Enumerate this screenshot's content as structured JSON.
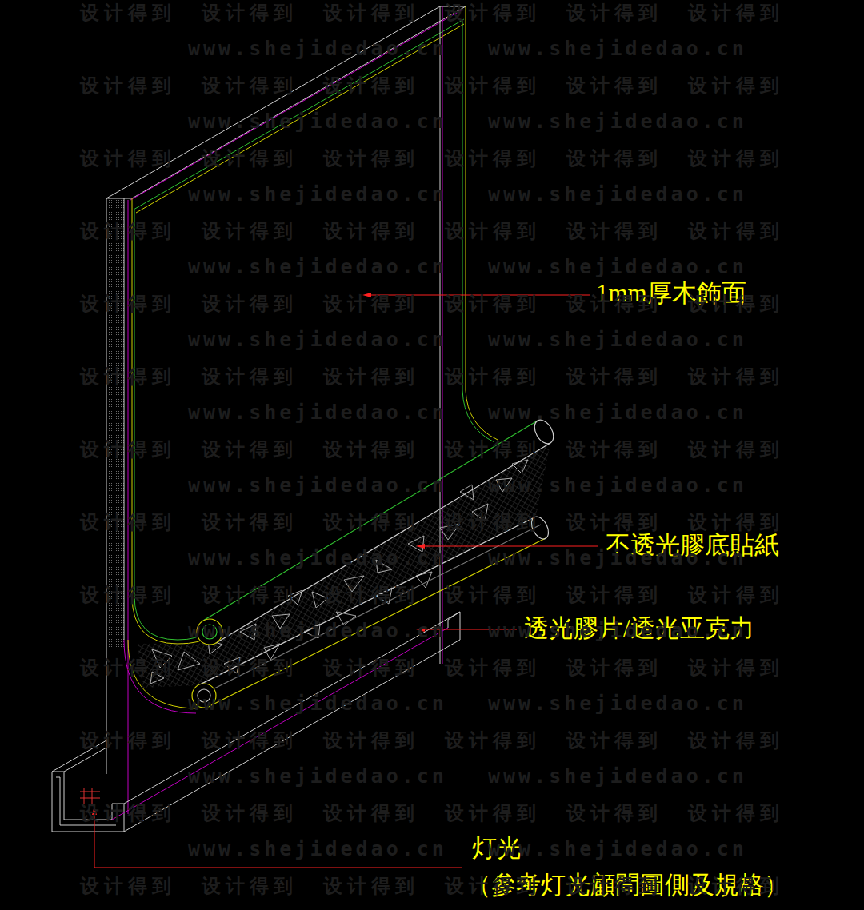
{
  "diagram": {
    "labels": [
      "1mm厚木飾面",
      "不透光膠底貼紙",
      "透光膠片/透光亚克力",
      "灯光",
      "（參考灯光顧問圖側及規格）",
      "设计得到",
      "设计得到",
      "设计得到",
      "设计得到",
      "设计得到",
      "设计得到",
      "www.shejidedao.cn",
      "www.shejidedao.cn",
      "设计得到",
      "设计得到",
      "设计得到",
      "设计得到",
      "设计得到",
      "设计得到",
      "www.shejidedao.cn",
      "www.shejidedao.cn",
      "设计得到",
      "设计得到",
      "设计得到",
      "设计得到",
      "设计得到",
      "设计得到",
      "www.shejidedao.cn",
      "www.shejidedao.cn",
      "设计得到",
      "设计得到",
      "设计得到",
      "设计得到",
      "设计得到",
      "设计得到",
      "www.shejidedao.cn",
      "www.shejidedao.cn",
      "设计得到",
      "设计得到",
      "设计得到",
      "设计得到",
      "设计得到",
      "设计得到",
      "www.shejidedao.cn",
      "www.shejidedao.cn",
      "设计得到",
      "设计得到",
      "设计得到",
      "设计得到",
      "设计得到",
      "设计得到",
      "www.shejidedao.cn",
      "www.shejidedao.cn",
      "设计得到",
      "设计得到",
      "设计得到",
      "设计得到",
      "设计得到",
      "设计得到",
      "www.shejidedao.cn",
      "www.shejidedao.cn",
      "设计得到",
      "设计得到",
      "设计得到",
      "设计得到",
      "设计得到",
      "设计得到",
      "www.shejidedao.cn",
      "www.shejidedao.cn",
      "设计得到",
      "设计得到",
      "设计得到",
      "设计得到",
      "设计得到",
      "设计得到",
      "www.shejidedao.cn",
      "www.shejidedao.cn",
      "设计得到",
      "设计得到",
      "设计得到",
      "设计得到",
      "设计得到",
      "设计得到",
      "www.shejidedao.cn",
      "www.shejidedao.cn",
      "设计得到",
      "设计得到",
      "设计得到",
      "设计得到",
      "设计得到",
      "设计得到",
      "www.shejidedao.cn",
      "www.shejidedao.cn",
      "设计得到",
      "设计得到",
      "设计得到",
      "设计得到",
      "设计得到",
      "设计得到",
      "www.shejidedao.cn",
      "www.shejidedao.cn",
      "设计得到",
      "设计得到",
      "设计得到",
      "设计得到",
      "设计得到",
      "设计得到"
    ]
  }
}
